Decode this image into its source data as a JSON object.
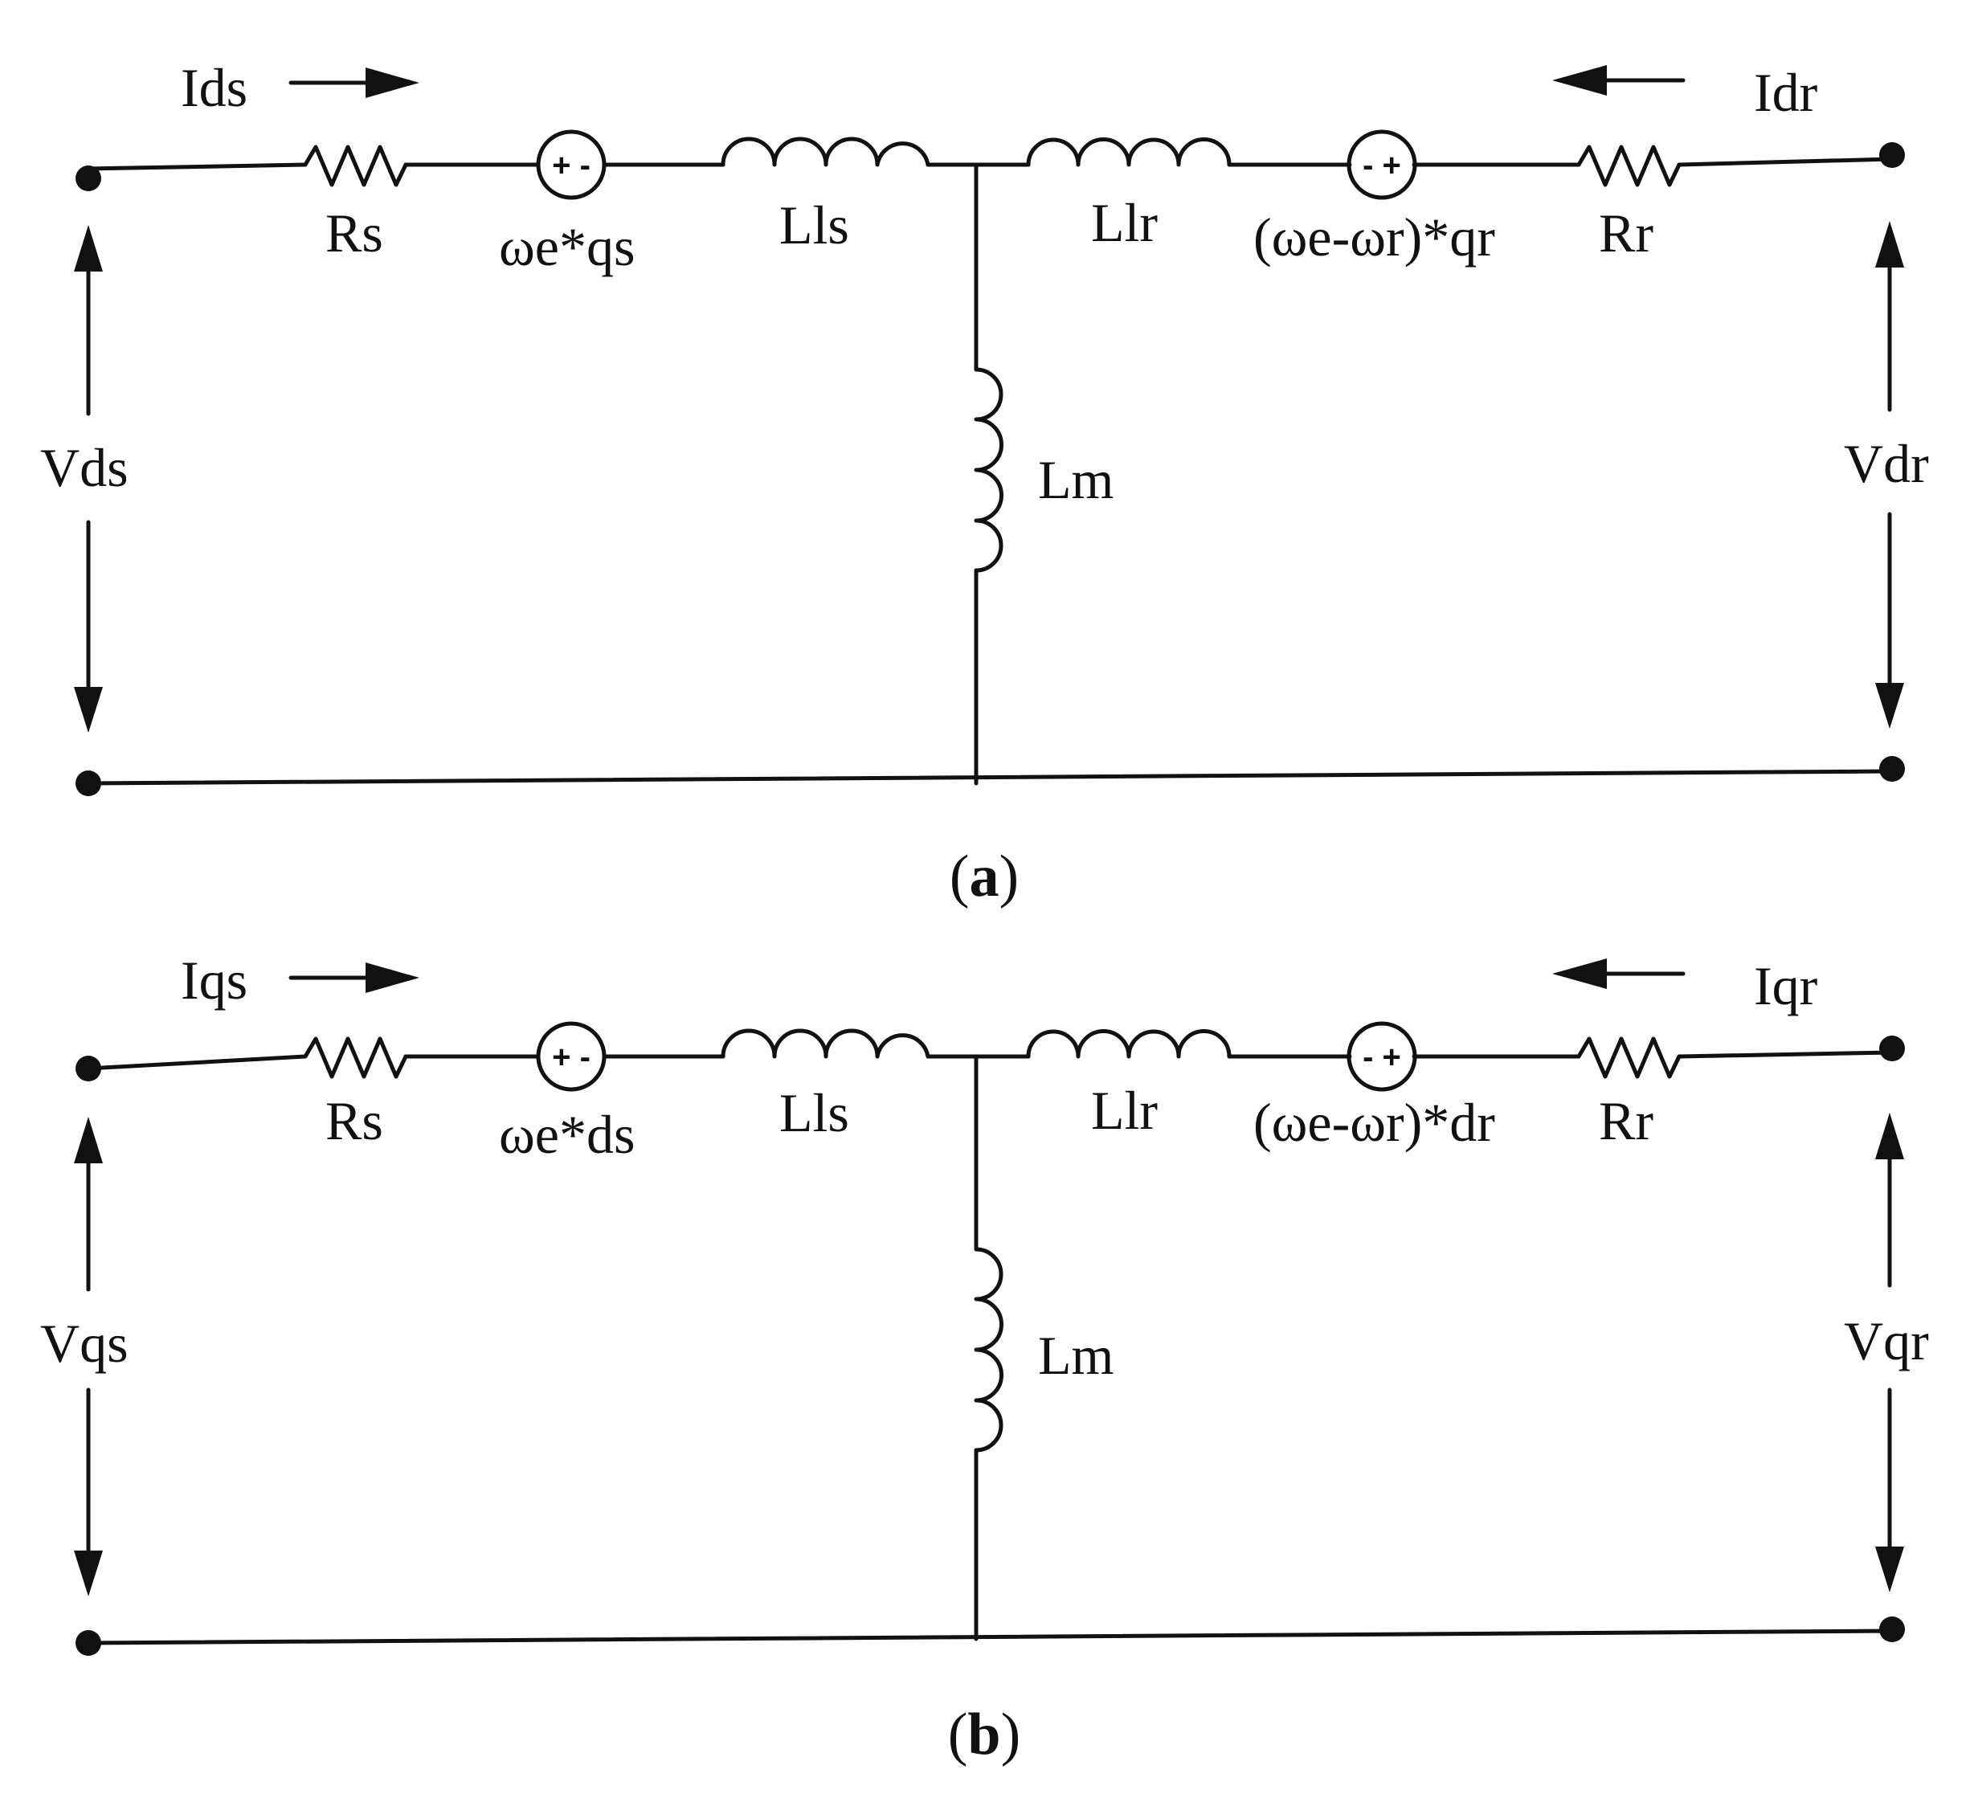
{
  "circuits": [
    {
      "id": "a",
      "caption": {
        "open": "(",
        "letter": "a",
        "close": ")"
      },
      "labels": {
        "current_stator": "Ids",
        "current_rotor": "Idr",
        "resistor_stator": "Rs",
        "source_stator": "ωe*qs",
        "inductor_stator_leak": "Lls",
        "inductor_rotor_leak": "Llr",
        "source_rotor": "(ωe-ωr)*qr",
        "resistor_rotor": "Rr",
        "inductor_magnetizing": "Lm",
        "voltage_stator": "Vds",
        "voltage_rotor": "Vdr"
      },
      "source_signs": {
        "stator": "+ -",
        "rotor": "- +"
      }
    },
    {
      "id": "b",
      "caption": {
        "open": "(",
        "letter": "b",
        "close": ")"
      },
      "labels": {
        "current_stator": "Iqs",
        "current_rotor": "Iqr",
        "resistor_stator": "Rs",
        "source_stator": "ωe*ds",
        "inductor_stator_leak": "Lls",
        "inductor_rotor_leak": "Llr",
        "source_rotor": "(ωe-ωr)*dr",
        "resistor_rotor": "Rr",
        "inductor_magnetizing": "Lm",
        "voltage_stator": "Vqs",
        "voltage_rotor": "Vqr"
      },
      "source_signs": {
        "stator": "+ -",
        "rotor": "- +"
      }
    }
  ]
}
